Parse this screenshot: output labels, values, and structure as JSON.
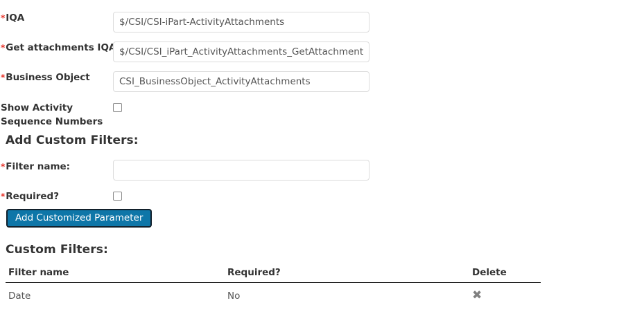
{
  "form": {
    "fields": [
      {
        "label": "IQA",
        "required": true,
        "type": "text",
        "value": "$/CSI/CSI-iPart-ActivityAttachments"
      },
      {
        "label": "Get attachments IQA",
        "required": true,
        "type": "text",
        "value": "$/CSI/CSI_iPart_ActivityAttachments_GetAttachments"
      },
      {
        "label": "Business Object",
        "required": true,
        "type": "text",
        "value": "CSI_BusinessObject_ActivityAttachments"
      },
      {
        "label": "Show Activity Sequence Numbers",
        "required": false,
        "type": "checkbox",
        "checked": false
      }
    ]
  },
  "add_filters_section": {
    "heading": "Add Custom Filters:",
    "filter_name": {
      "label": "Filter name:",
      "required": true,
      "value": "",
      "placeholder": ""
    },
    "required_field": {
      "label": "Required?",
      "required": true,
      "checked": false
    },
    "add_button_label": "Add Customized Parameter"
  },
  "custom_filters_section": {
    "heading": "Custom Filters:",
    "columns": [
      "Filter name",
      "Required?",
      "Delete"
    ],
    "rows": [
      {
        "filter_name": "Date",
        "required": "No",
        "delete_icon": "close-x-icon",
        "delete_glyph": "✖"
      }
    ]
  },
  "colors": {
    "button_background": "#0e76a8",
    "button_border": "#12202b",
    "required_asterisk": "#e8342a",
    "label_text": "#333333",
    "input_border": "#dcdcdc",
    "delete_icon": "#808080"
  }
}
